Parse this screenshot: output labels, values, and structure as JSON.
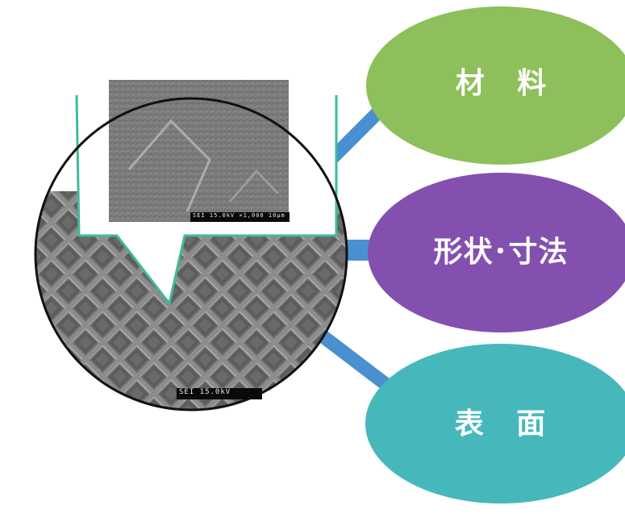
{
  "nodes": {
    "material": {
      "label": "材 料",
      "color": "#8dc05a"
    },
    "shape_dimension": {
      "label": "形状･寸法",
      "color": "#8450b0"
    },
    "surface": {
      "label": "表 面",
      "color": "#46b8bc"
    }
  },
  "connector_color": "#4a90d0",
  "micrograph": {
    "main_scale_text": "SEI 15.0kV",
    "inset_scale_text": "SEI 15.0kV ×1,000 10μm"
  }
}
